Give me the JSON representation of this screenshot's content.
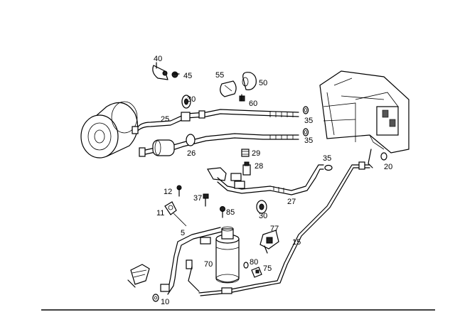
{
  "diagram": {
    "labels": {
      "p40": "40",
      "p45": "45",
      "p55": "55",
      "p50": "50",
      "p60": "60",
      "p30a": "30",
      "p25": "25",
      "p35a": "35",
      "p35b": "35",
      "p26": "26",
      "p29": "29",
      "p28": "28",
      "p35c": "35",
      "p20": "20",
      "p12": "12",
      "p37": "37",
      "p27": "27",
      "p11": "11",
      "p85": "85",
      "p30b": "30",
      "p5": "5",
      "p77": "77",
      "p15": "15",
      "p70": "70",
      "p80": "80",
      "p75": "75",
      "p10": "10"
    }
  }
}
